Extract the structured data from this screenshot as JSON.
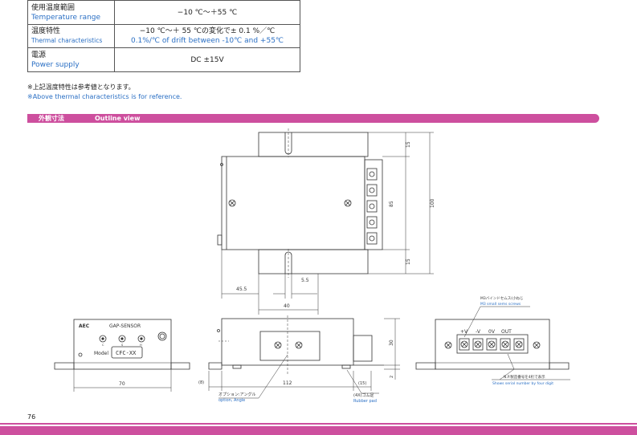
{
  "spec_table": [
    {
      "label_jp": "使用温度範囲",
      "label_en": "Temperature range",
      "value_jp": "−10 ℃〜＋55 ℃",
      "value_en": ""
    },
    {
      "label_jp": "温度特性",
      "label_en": "Thermal characteristics",
      "value_jp": "−10 ℃〜＋ 55 ℃の変化で± 0.1 %／℃",
      "value_en": "0.1%/℃ of drift between -10℃ and +55℃"
    },
    {
      "label_jp": "電源",
      "label_en": "Power supply",
      "value_jp": "DC ±15V",
      "value_en": ""
    }
  ],
  "notes": {
    "jp": "※上記温度特性は参考値となります。",
    "en": "※Above thermal characteristics is for reference."
  },
  "section": {
    "jp": "外観寸法",
    "en": "Outline view"
  },
  "drawing": {
    "top_view": {
      "dim_15a": "15",
      "dim_85": "85",
      "dim_15b": "15",
      "dim_100": "100",
      "dim_45_5": "45.5",
      "dim_5_5": "5.5",
      "dim_40": "40"
    },
    "front_view": {
      "brand": "AEC",
      "title": "GAP-SENSOR",
      "label_c": "C",
      "label_s": "S",
      "label_h": "H",
      "model_label": "Model",
      "model_value": "CFC-XX",
      "dim_70": "70"
    },
    "side_view": {
      "dim_8": "(8)",
      "dim_112": "112",
      "dim_15": "(15)",
      "dim_30": "30",
      "dim_2": "2",
      "option_jp": "オプション:アングル",
      "option_en": "option, Angle",
      "rubber_jp": "(4X)ゴム足",
      "rubber_en": "Rubber pad"
    },
    "rear_view": {
      "screw_jp": "M3バインドセムス(小ねじ",
      "screw_en": "M3 small sems screws",
      "t1": "+V",
      "t2": "-V",
      "t3": "0V",
      "t4": "OUT",
      "np_jp": "N.P.製造番号を4桁で表示",
      "np_en": "Shows serial number by four digit"
    }
  },
  "page_number": "76"
}
